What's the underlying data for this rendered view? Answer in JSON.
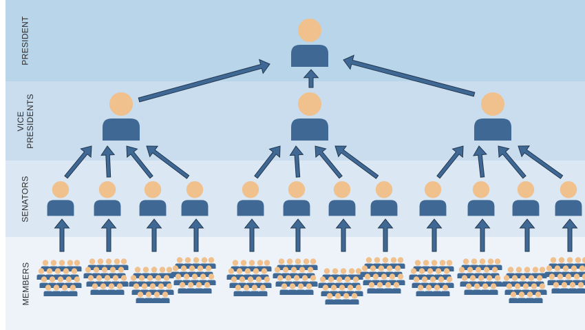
{
  "colors": {
    "band_president": "#b8d5ea",
    "band_vp": "#c9ddef",
    "band_senators": "#dbe8f4",
    "band_members": "#edf3f9",
    "head": "#f0c08d",
    "body": "#3f6894",
    "arrow_fill": "#3f6894",
    "arrow_stroke": "#22374f"
  },
  "icons": {
    "person": "person-icon",
    "group": "people-group-icon",
    "arrow": "arrow-up-icon"
  },
  "levels": {
    "president": {
      "label": "PRESIDENT"
    },
    "vice_presidents": {
      "label_line1": "VICE",
      "label_line2": "PRESIDENTS"
    },
    "senators": {
      "label": "SENATORS"
    },
    "members": {
      "label": "MEMBERS"
    }
  },
  "hierarchy": {
    "president_count": 1,
    "vice_president_count": 3,
    "senators_per_vice_president": 4,
    "member_groups_per_senator": 1
  }
}
